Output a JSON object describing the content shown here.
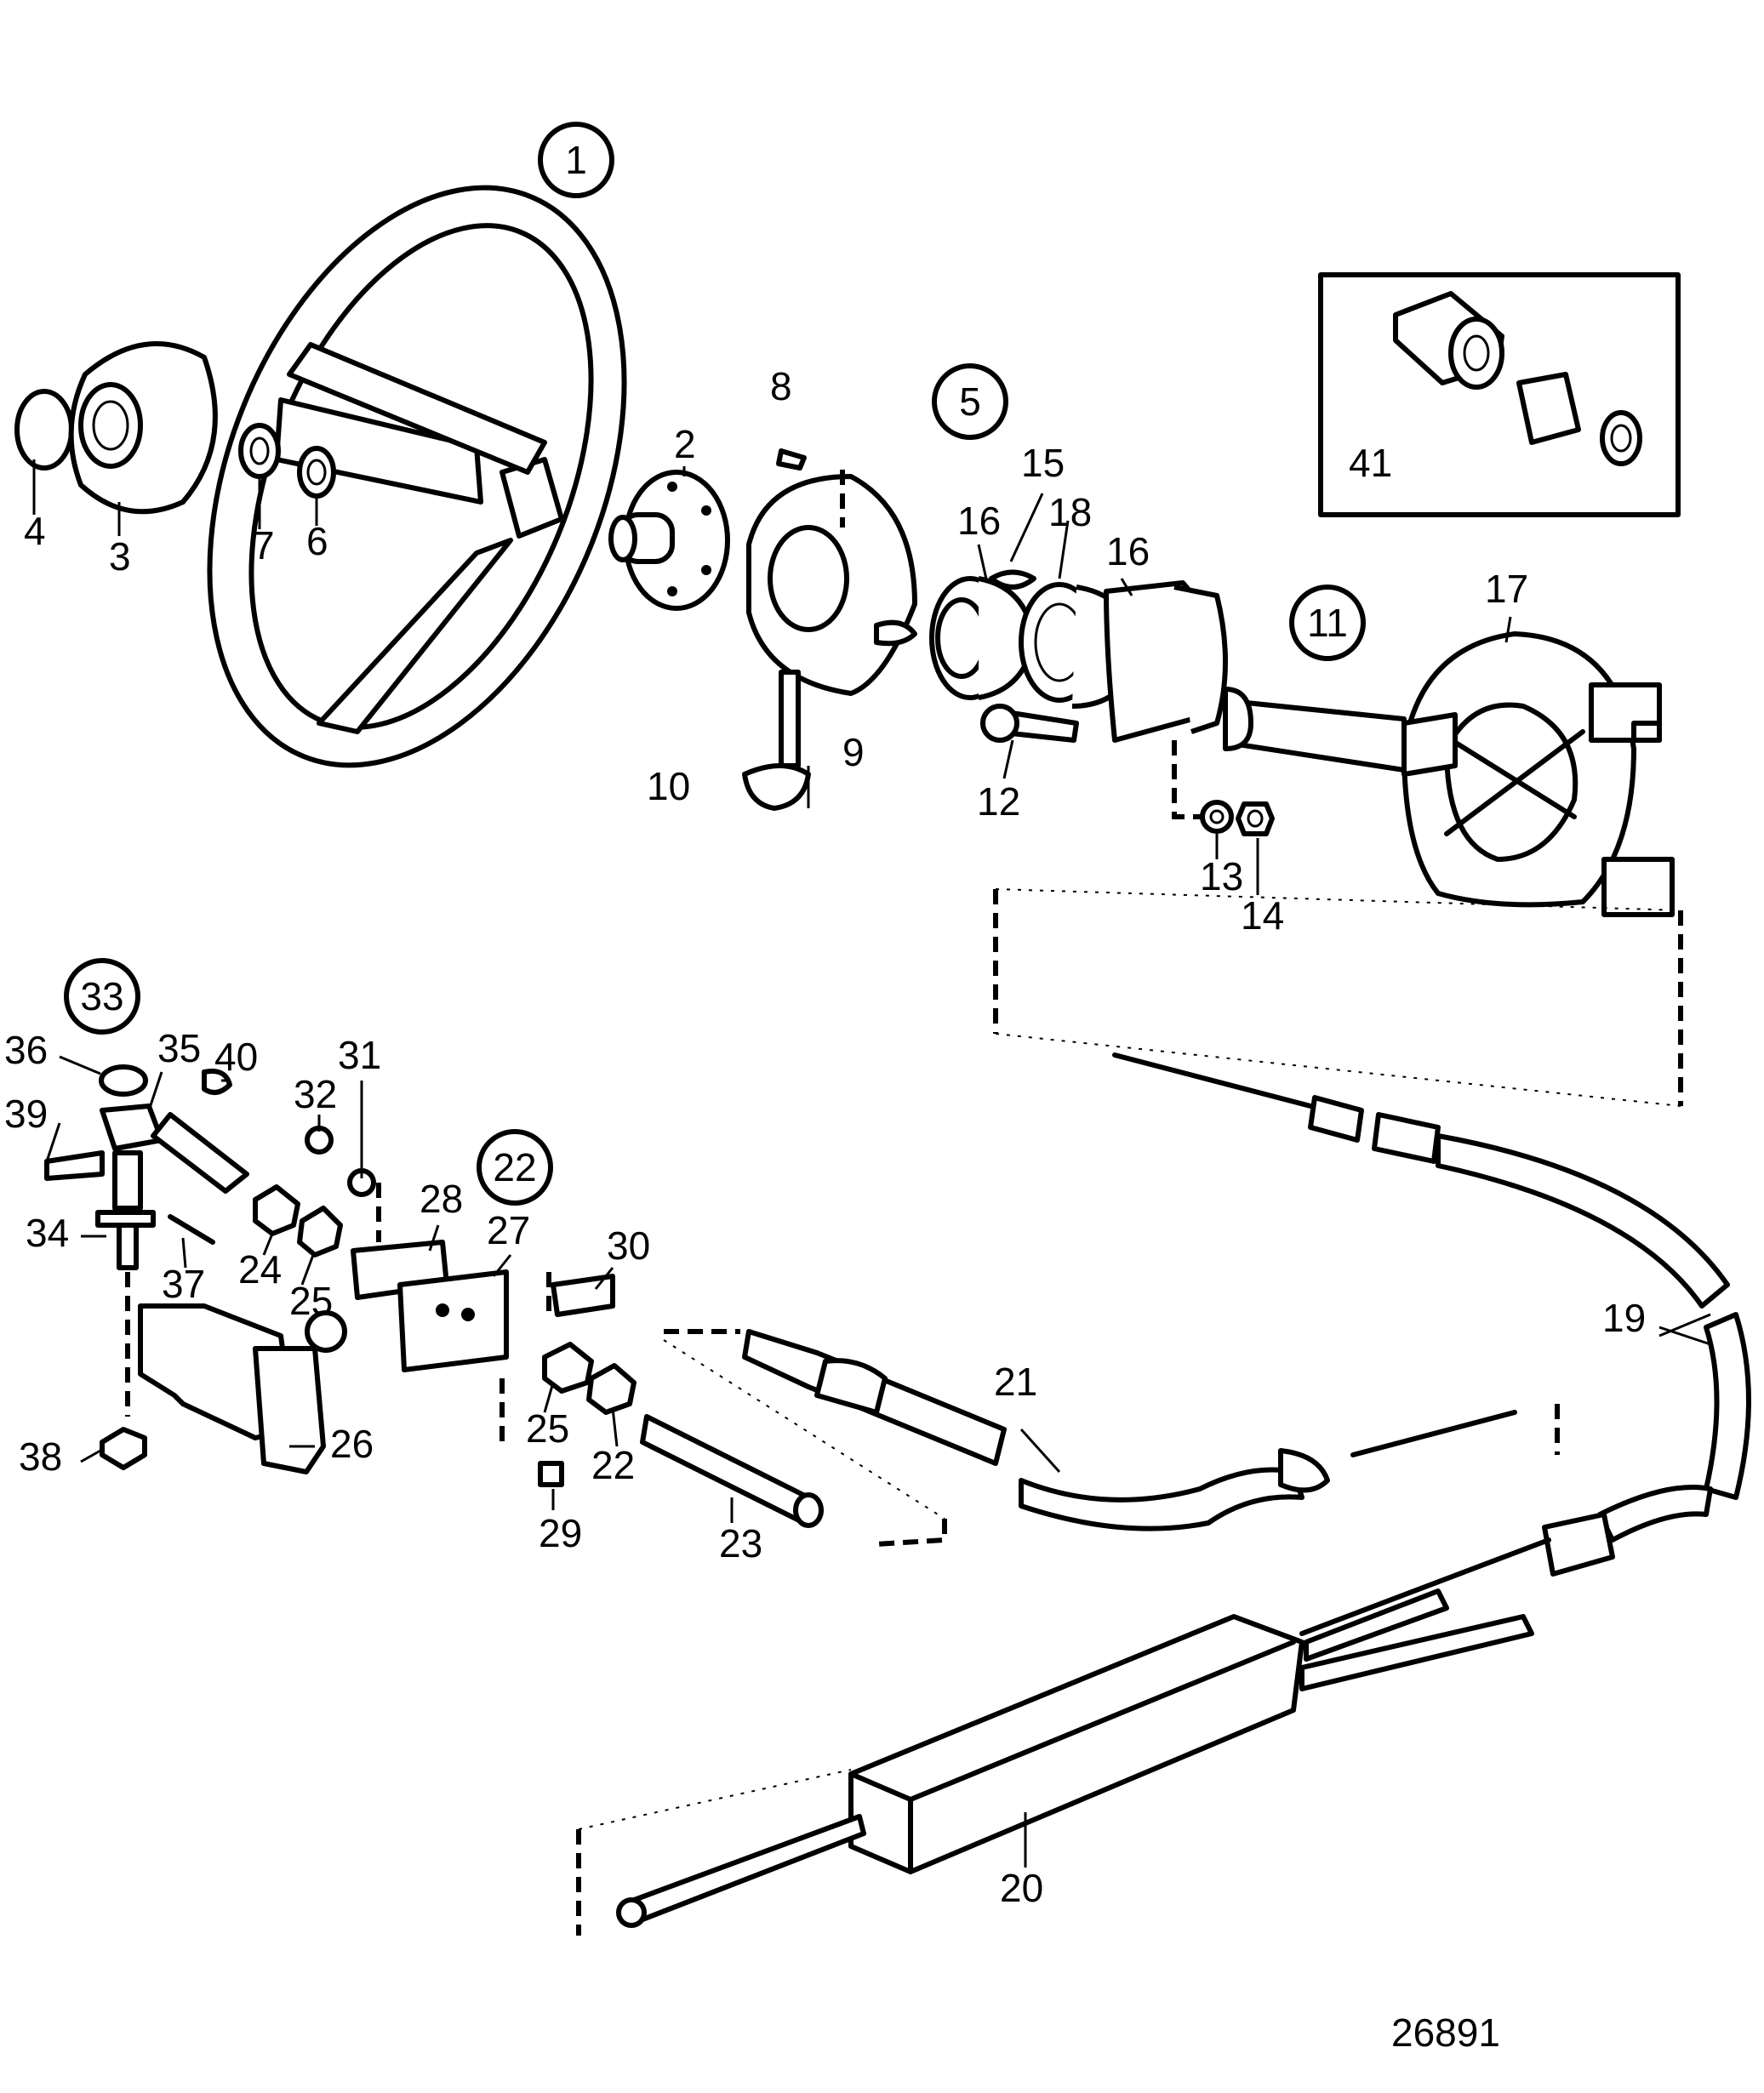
{
  "drawing_number": "26891",
  "labels": [
    "1",
    "2",
    "3",
    "4",
    "5",
    "6",
    "7",
    "8",
    "9",
    "10",
    "11",
    "12",
    "13",
    "14",
    "15",
    "16",
    "16",
    "17",
    "18",
    "19",
    "20",
    "21",
    "22",
    "22",
    "23",
    "24",
    "25",
    "25",
    "26",
    "27",
    "28",
    "29",
    "30",
    "31",
    "32",
    "33",
    "34",
    "35",
    "36",
    "37",
    "38",
    "39",
    "40",
    "41"
  ],
  "circled_labels": [
    "1",
    "5",
    "11",
    "22",
    "33"
  ],
  "parts": {
    "steering_wheel": "steering-wheel",
    "helm_unit": "helm-unit",
    "control_cable": "control-cable",
    "steering_cable_tube": "steering-cable-tube",
    "engine_bracket": "engine-bracket",
    "inset_kit": "inset-kit"
  }
}
